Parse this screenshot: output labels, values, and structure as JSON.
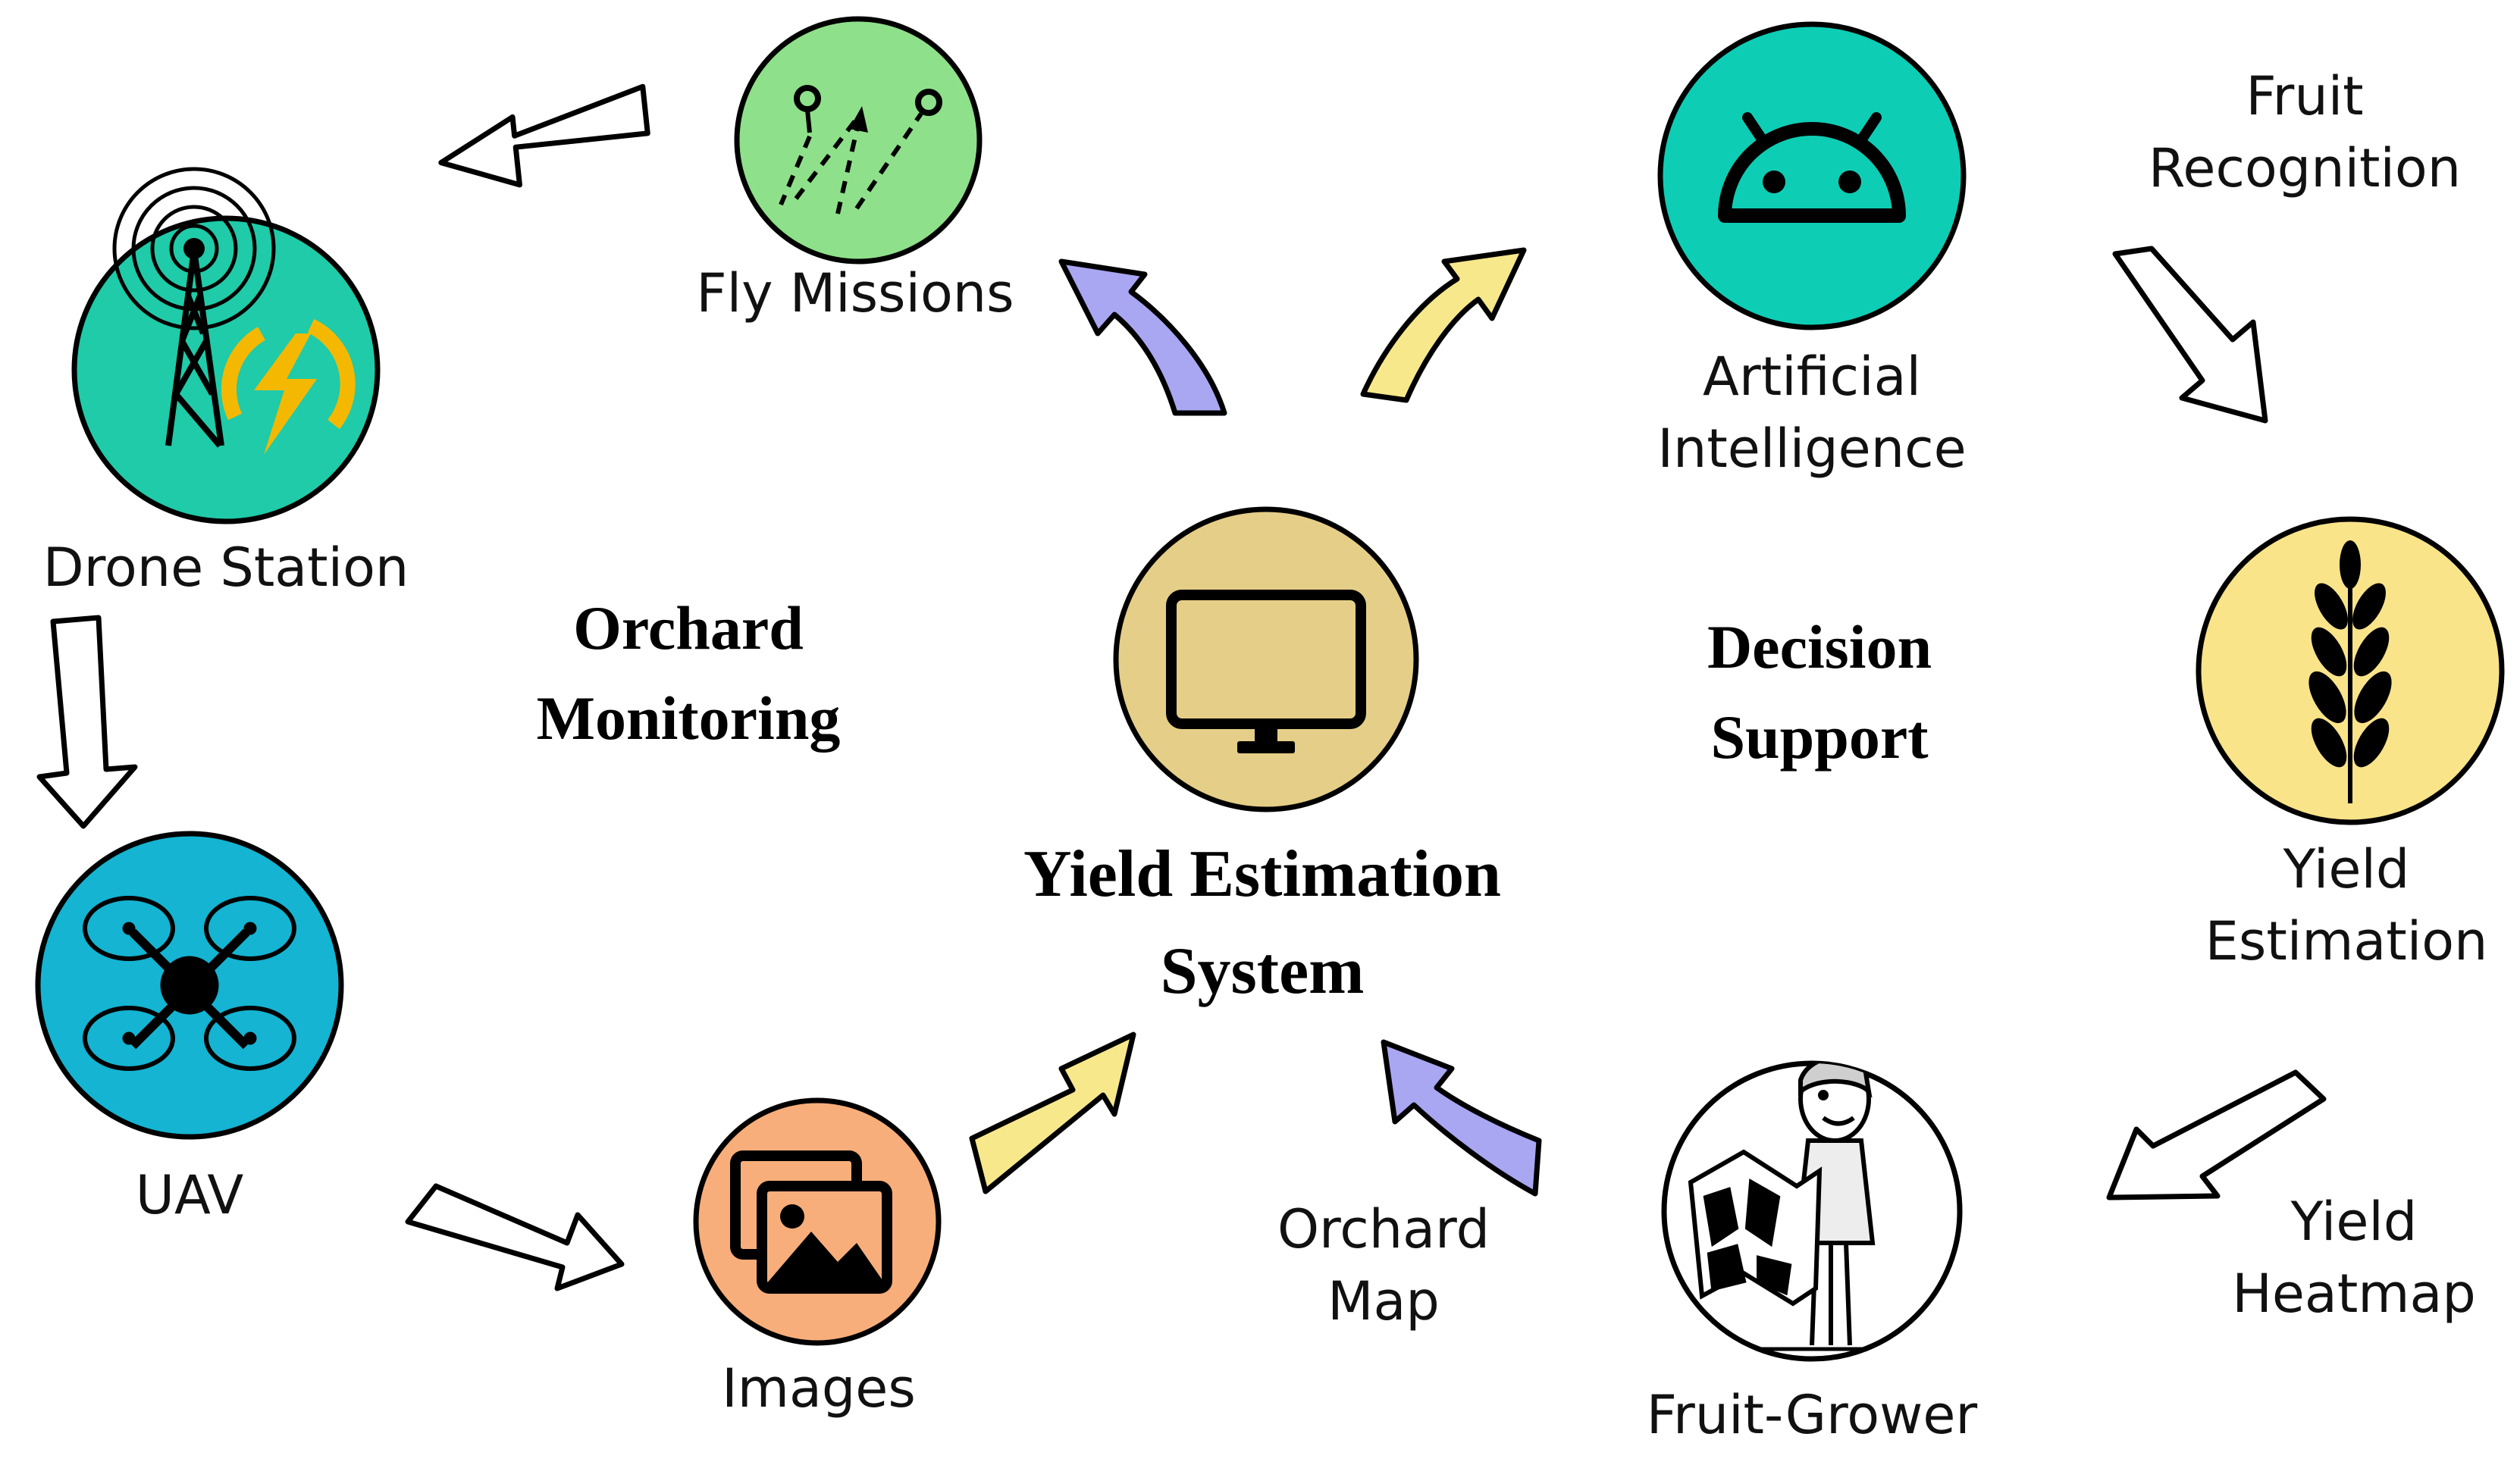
{
  "center": {
    "title_line1": "Yield Estimation",
    "title_line2": "System",
    "icon": "monitor-icon",
    "color": "#E5CE87"
  },
  "sections": {
    "left": {
      "line1": "Orchard",
      "line2": "Monitoring"
    },
    "right": {
      "line1": "Decision",
      "line2": "Support"
    }
  },
  "nodes": {
    "fly_missions": {
      "label": "Fly Missions",
      "icon": "flight-path-icon",
      "color": "#8FE08A"
    },
    "drone_station": {
      "label": "Drone Station",
      "icon": "radio-tower-charging-icon",
      "color": "#1FCBA9"
    },
    "uav": {
      "label": "UAV",
      "icon": "drone-icon",
      "color": "#14B4D2"
    },
    "images": {
      "label": "Images",
      "icon": "images-icon",
      "color": "#F8AE7A"
    },
    "ai": {
      "label_line1": "Artificial",
      "label_line2": "Intelligence",
      "icon": "android-robot-icon",
      "color": "#0ECDB5"
    },
    "yield_estimation": {
      "label_line1": "Yield",
      "label_line2": "Estimation",
      "icon": "wheat-ear-icon",
      "color": "#FAE48A"
    },
    "fruit_grower": {
      "label": "Fruit-Grower",
      "icon": "farmer-with-map-icon",
      "color": "#FFFFFF"
    }
  },
  "edge_labels": {
    "fruit_recognition": {
      "line1": "Fruit",
      "line2": "Recognition"
    },
    "yield_heatmap": {
      "line1": "Yield",
      "line2": "Heatmap"
    },
    "orchard_map": {
      "line1": "Orchard",
      "line2": "Map"
    }
  },
  "arrow_colors": {
    "outline": "#FFFFFF",
    "blue": "#A9A6F2",
    "yellow": "#F7E88C"
  }
}
